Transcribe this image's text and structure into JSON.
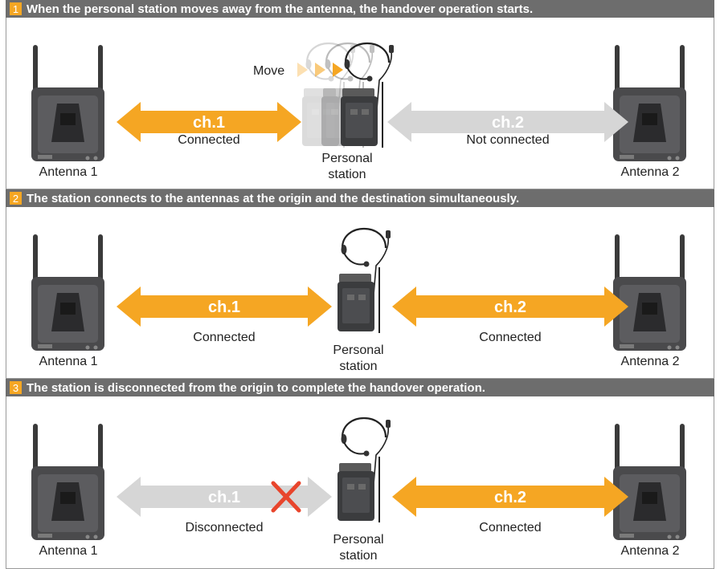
{
  "colors": {
    "header_bg": "#6d6d6d",
    "badge": "#f5a623",
    "connected": "#f5a623",
    "inactive": "#d6d6d6",
    "x_mark": "#e8452c",
    "border": "#9a9a9a"
  },
  "panels": [
    {
      "number": "1",
      "title": "When the personal station moves away from the antenna, the handover operation starts.",
      "antenna_left": "Antenna 1",
      "antenna_right": "Antenna 2",
      "station_line1": "Personal",
      "station_line2": "station",
      "move_label": "Move",
      "left_link": {
        "channel": "ch.1",
        "status": "Connected",
        "state": "connected"
      },
      "right_link": {
        "channel": "ch.2",
        "status": "Not connected",
        "state": "inactive"
      }
    },
    {
      "number": "2",
      "title": "The station connects to the antennas at the origin and the destination simultaneously.",
      "antenna_left": "Antenna 1",
      "antenna_right": "Antenna 2",
      "station_line1": "Personal",
      "station_line2": "station",
      "left_link": {
        "channel": "ch.1",
        "status": "Connected",
        "state": "connected"
      },
      "right_link": {
        "channel": "ch.2",
        "status": "Connected",
        "state": "connected"
      }
    },
    {
      "number": "3",
      "title": "The station is disconnected from the origin to complete the handover operation.",
      "antenna_left": "Antenna 1",
      "antenna_right": "Antenna 2",
      "station_line1": "Personal",
      "station_line2": "station",
      "left_link": {
        "channel": "ch.1",
        "status": "Disconnected",
        "state": "inactive"
      },
      "right_link": {
        "channel": "ch.2",
        "status": "Connected",
        "state": "connected"
      }
    }
  ]
}
